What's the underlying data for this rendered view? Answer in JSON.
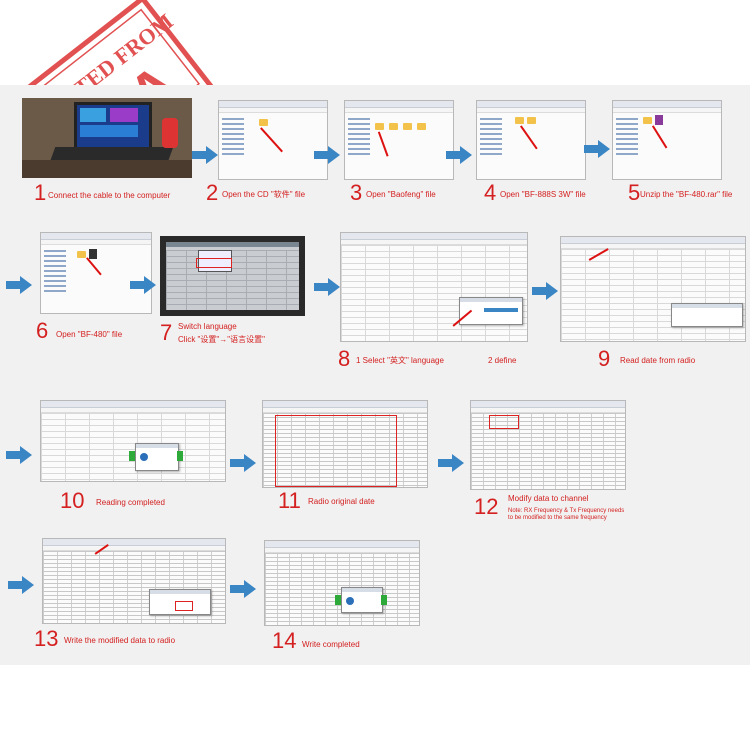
{
  "stamp_text": "IMPORTED FROM USA",
  "colors": {
    "caption": "#d42020",
    "arrow": "#3a86c4",
    "panel": "#f1f1f1"
  },
  "steps": [
    {
      "n": "1",
      "text": "Connect the cable to the computer"
    },
    {
      "n": "2",
      "text": "Open the CD \"软件\" file"
    },
    {
      "n": "3",
      "text": "Open \"Baofeng\" file"
    },
    {
      "n": "4",
      "text": "Open \"BF-888S 3W\" file"
    },
    {
      "n": "5",
      "text": "Unzip the \"BF-480.rar\" file"
    },
    {
      "n": "6",
      "text": "Open \"BF-480\" file"
    },
    {
      "n": "7",
      "text": "Switch language",
      "text2": "Click \"设置\"→\"语言设置\""
    },
    {
      "n": "8",
      "text": "1 Select \"英文\" language",
      "text2": "2 define"
    },
    {
      "n": "9",
      "text": "Read date from radio"
    },
    {
      "n": "10",
      "text": "Reading completed"
    },
    {
      "n": "11",
      "text": "Radio original date"
    },
    {
      "n": "12",
      "text": "Modify data to channel",
      "text2": "Note: RX Frequency & Tx Frequency needs",
      "text3": "to be modified to the same frequency"
    },
    {
      "n": "13",
      "text": "Write the modified data to radio"
    },
    {
      "n": "14",
      "text": "Write completed"
    }
  ]
}
